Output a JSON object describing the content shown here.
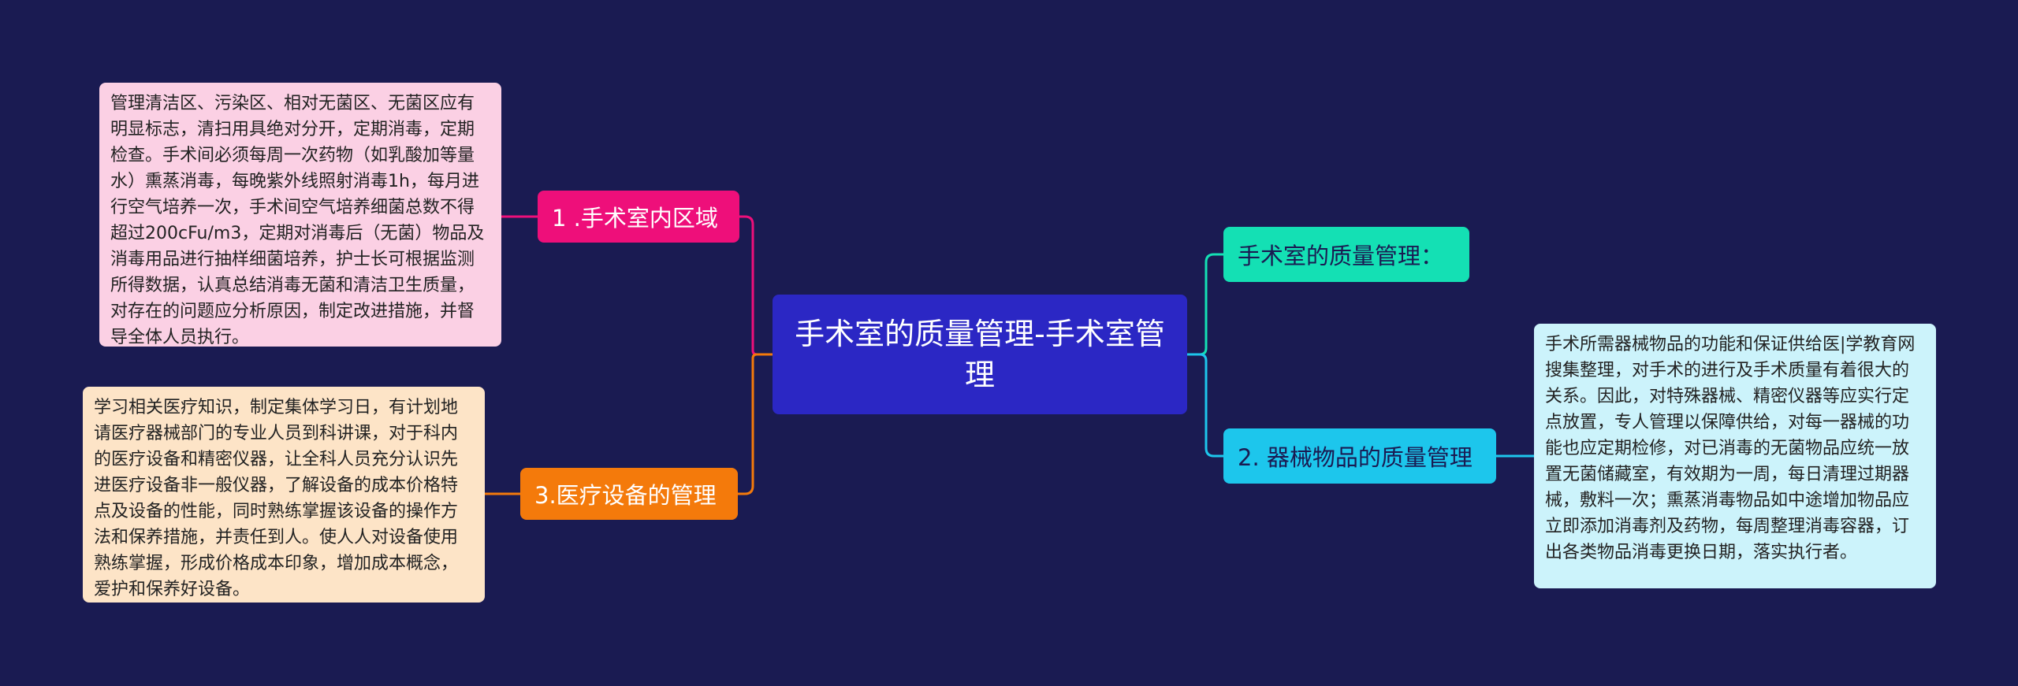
{
  "mindmap": {
    "root": {
      "label": "手术室的质量管理-手术室管理"
    },
    "branches": [
      {
        "id": "zone",
        "label": "1 .手术室内区域",
        "color": "#ee0f7a",
        "detail": "管理清洁区、污染区、相对无菌区、无菌区应有明显标志，清扫用具绝对分开，定期消毒，定期检查。手术间必须每周一次药物（如乳酸加等量水）熏蒸消毒，每晚紫外线照射消毒1h，每月进行空气培养一次，手术间空气培养细菌总数不得超过200cFu/m3，定期对消毒后（无菌）物品及消毒用品进行抽样细菌培养，护士长可根据监测所得数据，认真总结消毒无菌和清洁卫生质量，对存在的问题应分析原因，制定改进措施，并督导全体人员执行。",
        "detail_color": "#fbd0e4"
      },
      {
        "id": "equipment",
        "label": "3.医疗设备的管理",
        "color": "#f47a0b",
        "detail": "学习相关医疗知识，制定集体学习日，有计划地请医疗器械部门的专业人员到科讲课，对于科内的医疗设备和精密仪器，让全科人员充分认识先进医疗设备非一般仪器，了解设备的成本价格特点及设备的性能，同时熟练掌握该设备的操作方法和保养措施，并责任到人。使人人对设备使用熟练掌握，形成价格成本印象，增加成本概念，爱护和保养好设备。",
        "detail_color": "#fde4c7"
      },
      {
        "id": "quality",
        "label": "手术室的质量管理：",
        "color": "#14e0b4"
      },
      {
        "id": "instruments",
        "label": "2. 器械物品的质量管理",
        "color": "#1dc6ec",
        "detail": "手术所需器械物品的功能和保证供给医|学教育网搜集整理，对手术的进行及手术质量有着很大的关系。因此，对特殊器械、精密仪器等应实行定点放置，专人管理以保障供给，对每一器械的功能也应定期检修，对已消毒的无菌物品应统一放置无菌储藏室，有效期为一周，每日清理过期器械，敷料一次；熏蒸消毒物品如中途增加物品应立即添加消毒剂及药物，每周整理消毒容器，订出各类物品消毒更换日期，落实执行者。",
        "detail_color": "#ccf3fb"
      }
    ],
    "colors": {
      "background": "#1a1b52",
      "root": "#2b27c4"
    }
  }
}
